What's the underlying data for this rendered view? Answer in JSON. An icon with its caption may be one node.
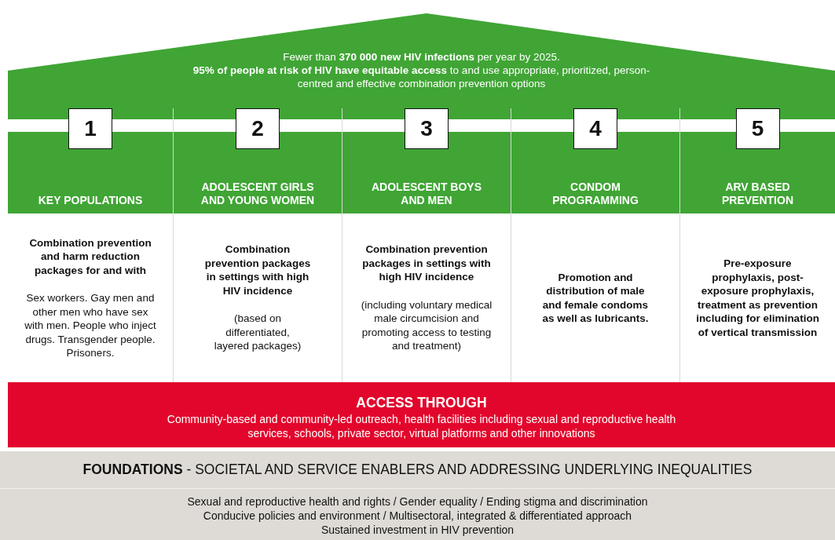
{
  "diagram": {
    "nodes": [
      {
        "text": [
          "Fewer than **370 000 new HIV infections** per year by 2025.",
          "**95% of people at risk of HIV have equitable access** to and use appropriate, prioritized, person-centred and effective combination prevention options"
        ]
      },
      {
        "text": [
          "1",
          "KEY POPULATIONS",
          "Combination prevention and harm reduction packages for and with",
          "Sex workers. Gay men and other men who have sex with men. People who inject drugs. Transgender people. Prisoners."
        ]
      },
      {
        "text": [
          "2",
          "ADOLESCENT GIRLS AND YOUNG WOMEN",
          "Combination prevention packages in settings with high HIV incidence",
          "(based on differentiated, layered packages)"
        ]
      },
      {
        "text": [
          "3",
          "ADOLESCENT BOYS AND MEN",
          "Combination prevention packages in settings with high HIV incidence",
          "(including voluntary medical male circumcision and promoting access to testing and treatment)"
        ]
      },
      {
        "text": [
          "4",
          "CONDOM PROGRAMMING",
          "Promotion and distribution of male and female condoms as well as lubricants."
        ]
      },
      {
        "text": [
          "5",
          "ARV BASED PREVENTION",
          "Pre-exposure prophylaxis, post-exposure prophylaxis, treatment as prevention including for elimination of vertical transmission"
        ]
      },
      {
        "text": [
          "ACCESS THROUGH",
          "Community-based and community-led outreach, health facilities including sexual and reproductive health services, schools, private sector, virtual platforms and other innovations"
        ]
      },
      {
        "text": [
          "**FOUNDATIONS** - SOCIETAL AND SERVICE ENABLERS AND ADDRESSING UNDERLYING INEQUALITIES",
          "Sexual and reproductive health and rights / Gender equality / Ending stigma and discrimination",
          "Conducive policies and environment / Multisectoral, integrated & differentiated approach",
          "Sustained investment in HIV prevention"
        ]
      }
    ]
  }
}
